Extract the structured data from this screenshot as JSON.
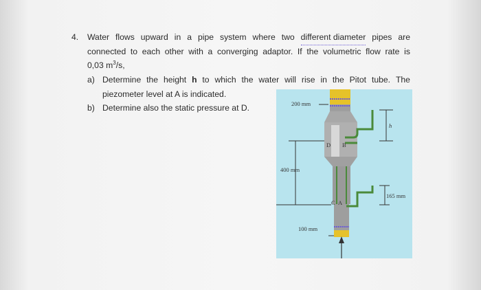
{
  "problem": {
    "number": "4.",
    "line1_words": [
      "Water",
      "flows",
      "upward",
      "in",
      "a",
      "pipe",
      "system",
      "where",
      "two",
      "different diameter",
      "pipes",
      "are"
    ],
    "line2_words": [
      "connected",
      "to",
      "each",
      "other",
      "with",
      "a",
      "converging",
      "adaptor.",
      "If",
      "the",
      "volumetric",
      "flow",
      "rate",
      "is"
    ],
    "flow_rate_value": "0,03 m",
    "flow_rate_exp": "3",
    "flow_rate_tail": "/s,",
    "part_a_marker": "a)",
    "part_a_words": [
      "Determine",
      "the",
      "height",
      "h",
      "to",
      "which",
      "the",
      "water",
      "will",
      "rise",
      "in",
      "the",
      "Pitot",
      "tube.",
      "The"
    ],
    "part_a_line2": "piezometer level at A is indicated.",
    "part_b_marker": "b)",
    "part_b_text": "Determine also the static pressure at D."
  },
  "figure": {
    "label_top_diameter": "200 mm",
    "label_mid_diameter": "400 mm",
    "label_bottom_diameter": "100 mm",
    "label_gap": "165 mm",
    "label_h": "h",
    "label_D": "D",
    "label_B": "B",
    "label_C": "C",
    "label_A": "A",
    "colors": {
      "background": "#b8e4ee",
      "pipe": "#9e9e9e",
      "water_top": "#e6c22a",
      "pitot": "#4a8a3a"
    }
  }
}
